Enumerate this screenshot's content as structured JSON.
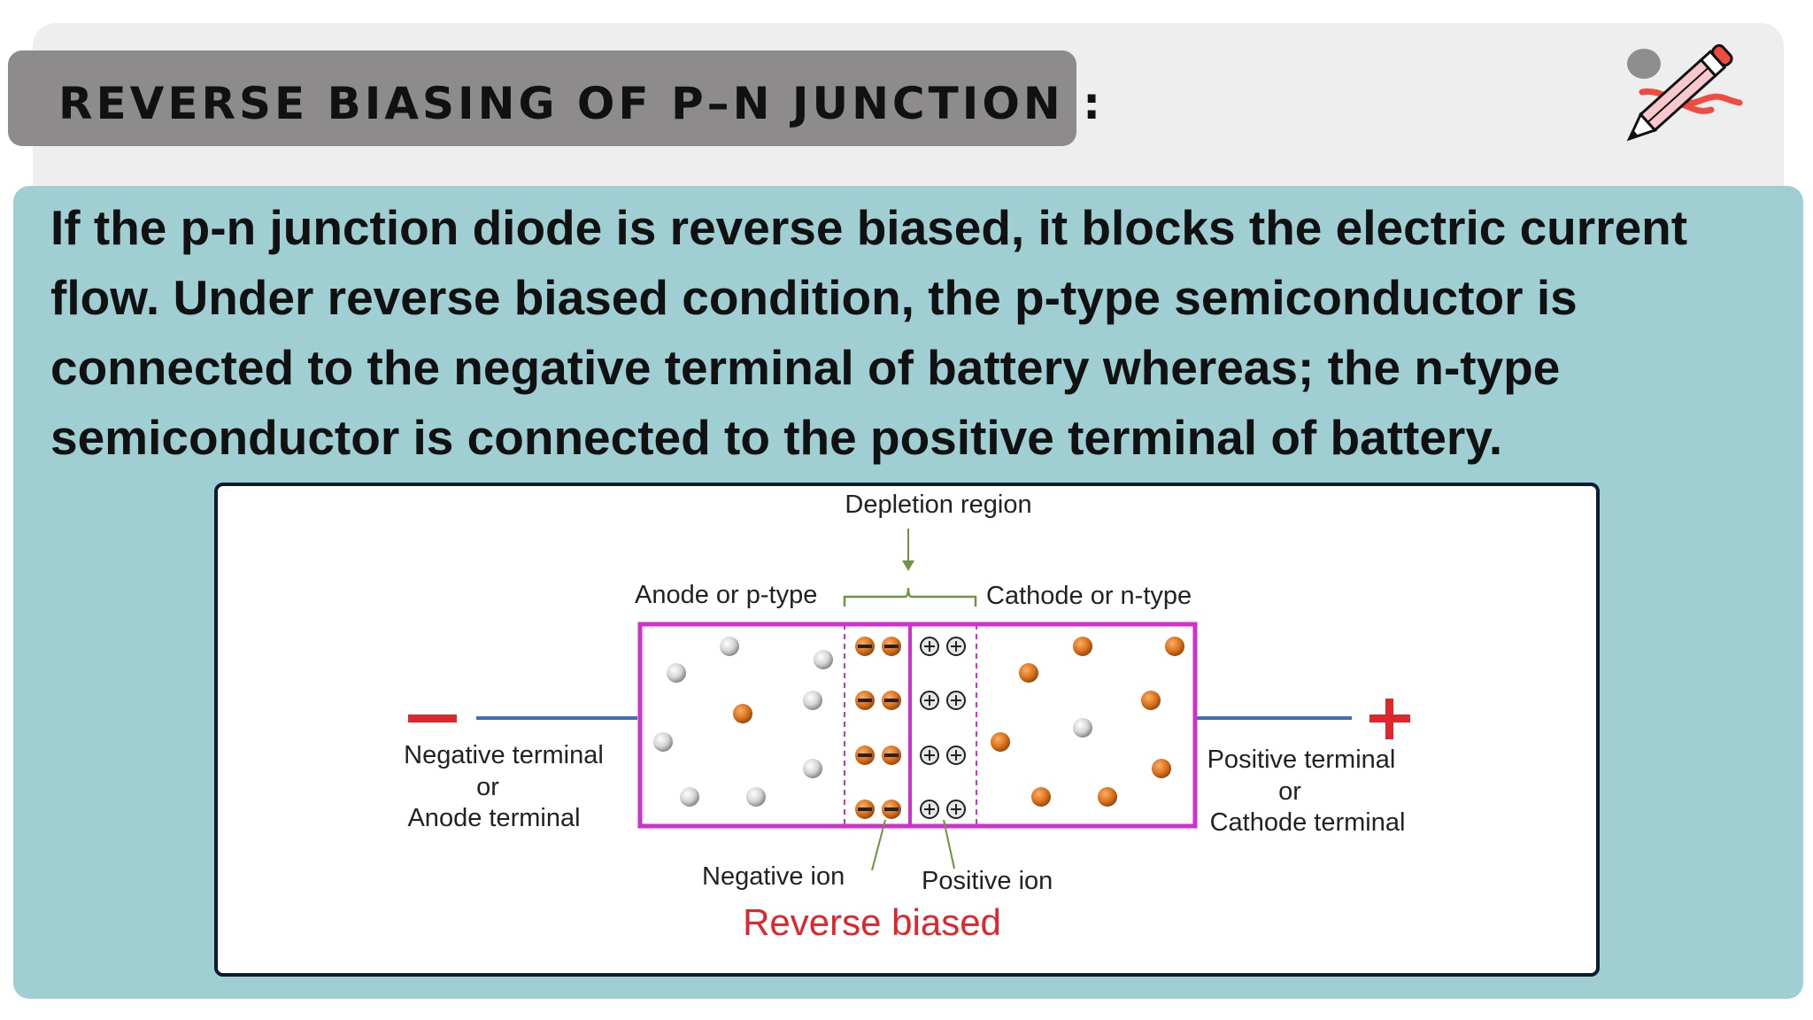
{
  "header": {
    "title": "REVERSE BIASING OF P–N JUNCTION :",
    "icon": "pencil-icon"
  },
  "body": {
    "paragraph": "If the p-n junction diode is reverse biased, it blocks the electric current flow. Under reverse biased condition, the p-type semiconductor is connected to the negative terminal of battery whereas; the n-type semiconductor is connected to the positive terminal of battery."
  },
  "diagram": {
    "depletion_label": "Depletion region",
    "anode_label": "Anode or p-type",
    "cathode_label": "Cathode or n-type",
    "neg_terminal": [
      "Negative terminal",
      "or",
      "Anode terminal"
    ],
    "pos_terminal": [
      "Positive terminal",
      "or",
      "Cathode terminal"
    ],
    "neg_sign": "−",
    "pos_sign": "+",
    "neg_ion_label": "Negative ion",
    "pos_ion_label": "Positive ion",
    "caption": "Reverse biased",
    "colors": {
      "junction_border": "#cc33cc",
      "wire": "#3a6fc4",
      "terminal_sign": "#e0262b",
      "caption": "#e0262b",
      "electron": "#e07a1f",
      "hole": "#cfcfcf",
      "pointer": "#6d9440"
    }
  },
  "colors": {
    "title_bar": "#8d8b8c",
    "top_panel": "#efeeef",
    "content_panel": "#9fcfd3",
    "frame_border": "#0c1a33"
  }
}
